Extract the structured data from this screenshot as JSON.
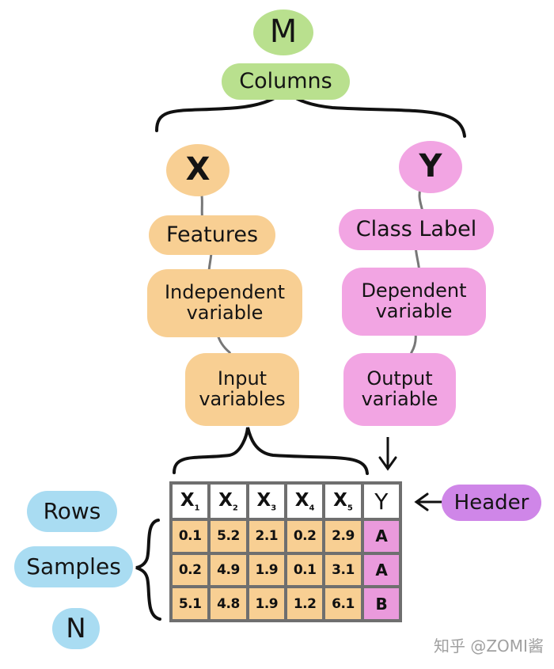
{
  "columns": {
    "count_label": "M",
    "label": "Columns"
  },
  "x_branch": {
    "symbol": "X",
    "terms": [
      "Features",
      "Independent variable",
      "Input variables"
    ]
  },
  "y_branch": {
    "symbol": "Y",
    "terms": [
      "Class Label",
      "Dependent variable",
      "Output variable"
    ]
  },
  "rows": {
    "labels": [
      "Rows",
      "Samples"
    ],
    "count_label": "N"
  },
  "header_label": "Header",
  "table": {
    "header": [
      "X",
      "X",
      "X",
      "X",
      "X",
      "Y"
    ],
    "header_subscripts": [
      "1",
      "2",
      "3",
      "4",
      "5",
      ""
    ],
    "rows": [
      [
        "0.1",
        "5.2",
        "2.1",
        "0.2",
        "2.9",
        "A"
      ],
      [
        "0.2",
        "4.9",
        "1.9",
        "0.1",
        "3.1",
        "A"
      ],
      [
        "5.1",
        "4.8",
        "1.9",
        "1.2",
        "6.1",
        "B"
      ]
    ]
  },
  "watermark": "知乎 @ZOMI酱",
  "colors": {
    "columns_green": "#b9e08e",
    "x_orange": "#f8cf93",
    "y_pink": "#f2a5e3",
    "rows_blue": "#a9dcf2",
    "header_purple": "#cf86e8",
    "grid_gray": "#6f6f6f"
  }
}
